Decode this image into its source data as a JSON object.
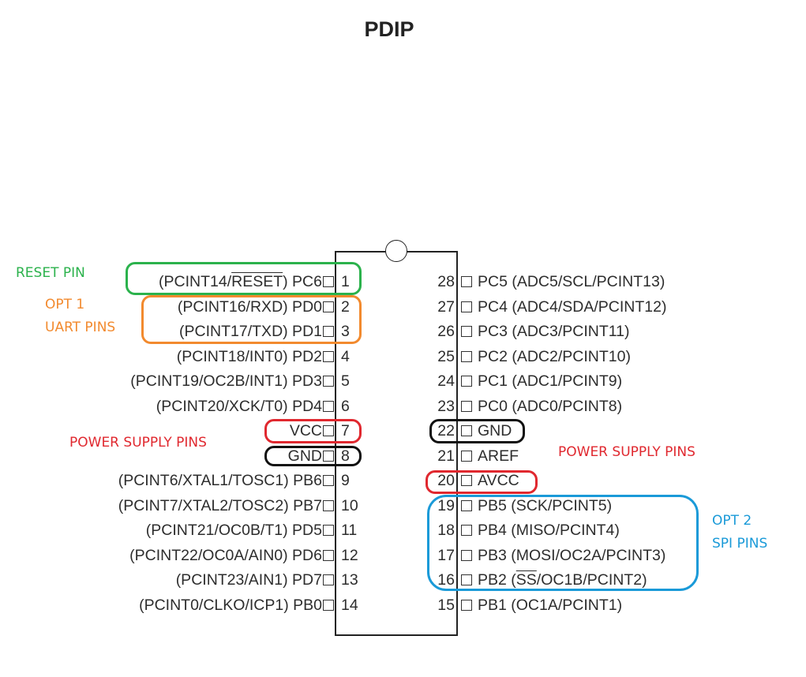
{
  "title": "PDIP",
  "left_pins": [
    {
      "num": "1",
      "pre": "(PCINT14/",
      "over": "RESET",
      "post": ") PC6"
    },
    {
      "num": "2",
      "pre": "(PCINT16/RXD) PD0",
      "over": "",
      "post": ""
    },
    {
      "num": "3",
      "pre": "(PCINT17/TXD) PD1",
      "over": "",
      "post": ""
    },
    {
      "num": "4",
      "pre": "(PCINT18/INT0) PD2",
      "over": "",
      "post": ""
    },
    {
      "num": "5",
      "pre": "(PCINT19/OC2B/INT1) PD3",
      "over": "",
      "post": ""
    },
    {
      "num": "6",
      "pre": "(PCINT20/XCK/T0) PD4",
      "over": "",
      "post": ""
    },
    {
      "num": "7",
      "pre": "VCC",
      "over": "",
      "post": ""
    },
    {
      "num": "8",
      "pre": "GND",
      "over": "",
      "post": ""
    },
    {
      "num": "9",
      "pre": "(PCINT6/XTAL1/TOSC1) PB6",
      "over": "",
      "post": ""
    },
    {
      "num": "10",
      "pre": "(PCINT7/XTAL2/TOSC2) PB7",
      "over": "",
      "post": ""
    },
    {
      "num": "11",
      "pre": "(PCINT21/OC0B/T1) PD5",
      "over": "",
      "post": ""
    },
    {
      "num": "12",
      "pre": "(PCINT22/OC0A/AIN0) PD6",
      "over": "",
      "post": ""
    },
    {
      "num": "13",
      "pre": "(PCINT23/AIN1) PD7",
      "over": "",
      "post": ""
    },
    {
      "num": "14",
      "pre": "(PCINT0/CLKO/ICP1) PB0",
      "over": "",
      "post": ""
    }
  ],
  "right_pins": [
    {
      "num": "28",
      "pre": "PC5 (ADC5/SCL/PCINT13)",
      "over": "",
      "post": ""
    },
    {
      "num": "27",
      "pre": "PC4 (ADC4/SDA/PCINT12)",
      "over": "",
      "post": ""
    },
    {
      "num": "26",
      "pre": "PC3 (ADC3/PCINT11)",
      "over": "",
      "post": ""
    },
    {
      "num": "25",
      "pre": "PC2 (ADC2/PCINT10)",
      "over": "",
      "post": ""
    },
    {
      "num": "24",
      "pre": "PC1 (ADC1/PCINT9)",
      "over": "",
      "post": ""
    },
    {
      "num": "23",
      "pre": "PC0 (ADC0/PCINT8)",
      "over": "",
      "post": ""
    },
    {
      "num": "22",
      "pre": "GND",
      "over": "",
      "post": ""
    },
    {
      "num": "21",
      "pre": "AREF",
      "over": "",
      "post": ""
    },
    {
      "num": "20",
      "pre": "AVCC",
      "over": "",
      "post": ""
    },
    {
      "num": "19",
      "pre": "PB5 (SCK/PCINT5)",
      "over": "",
      "post": ""
    },
    {
      "num": "18",
      "pre": "PB4 (MISO/PCINT4)",
      "over": "",
      "post": ""
    },
    {
      "num": "17",
      "pre": "PB3 (MOSI/OC2A/PCINT3)",
      "over": "",
      "post": ""
    },
    {
      "num": "16",
      "pre": "PB2 (",
      "over": "SS",
      "post": "/OC1B/PCINT2)"
    },
    {
      "num": "15",
      "pre": "PB1 (OC1A/PCINT1)",
      "over": "",
      "post": ""
    }
  ],
  "annotations": {
    "reset": "RESET PIN",
    "opt1_line1": "OPT 1",
    "opt1_line2": "UART PINS",
    "power_left": "POWER SUPPLY PINS",
    "power_right": "POWER SUPPLY PINS",
    "opt2_line1": "OPT 2",
    "opt2_line2": "SPI PINS"
  },
  "colors": {
    "reset": "#2bb24c",
    "uart": "#f28a2e",
    "power": "#e0282f",
    "ground": "#111111",
    "spi": "#1a9ad8"
  }
}
